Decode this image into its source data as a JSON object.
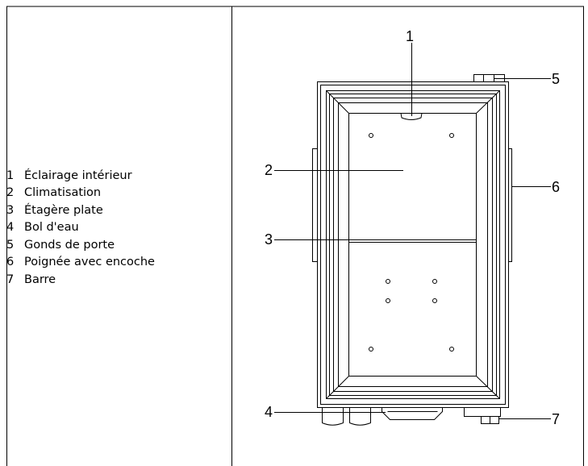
{
  "legend": [
    {
      "num": "1",
      "label": "Éclairage intérieur"
    },
    {
      "num": "2",
      "label": "Climatisation"
    },
    {
      "num": "3",
      "label": "Étagère plate"
    },
    {
      "num": "4",
      "label": "Bol d'eau"
    },
    {
      "num": "5",
      "label": "Gonds de porte"
    },
    {
      "num": "6",
      "label": "Poignée avec encoche"
    },
    {
      "num": "7",
      "label": "Barre"
    }
  ],
  "callouts": {
    "c1": "1",
    "c2": "2",
    "c3": "3",
    "c4": "4",
    "c5": "5",
    "c6": "6",
    "c7": "7"
  }
}
